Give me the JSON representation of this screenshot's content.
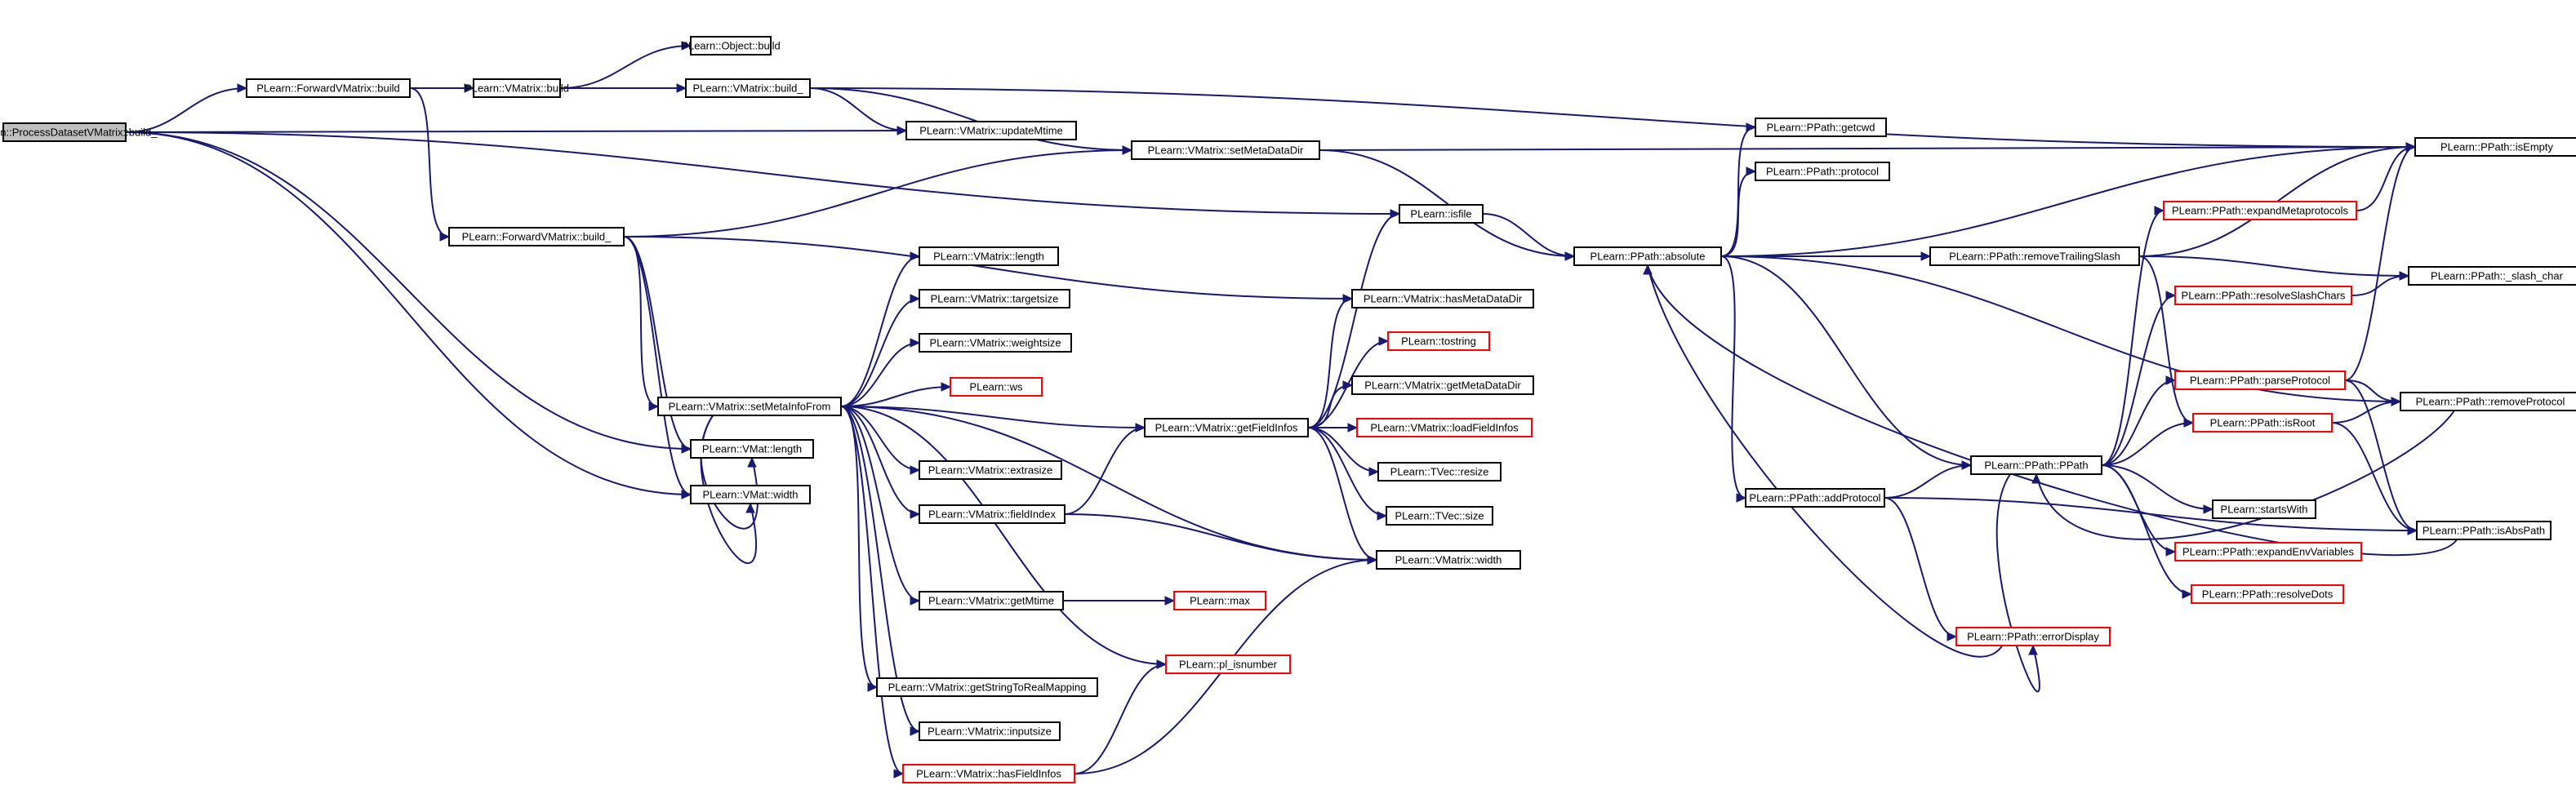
{
  "colors": {
    "edge": "#191970",
    "normal_border": "#000000",
    "red_border": "#ff0000",
    "root_fill": "#bfbfbf",
    "fill": "#ffffff"
  },
  "nodes": [
    {
      "id": "root",
      "label": "PLearn::ProcessDatasetVMatrix::build_",
      "style": "root"
    },
    {
      "id": "fwd_build",
      "label": "PLearn::ForwardVMatrix::build",
      "style": "normal"
    },
    {
      "id": "vm_build",
      "label": "PLearn::VMatrix::build",
      "style": "normal"
    },
    {
      "id": "obj_build",
      "label": "PLearn::Object::build",
      "style": "normal"
    },
    {
      "id": "vm_build_",
      "label": "PLearn::VMatrix::build_",
      "style": "normal"
    },
    {
      "id": "updateMtime",
      "label": "PLearn::VMatrix::updateMtime",
      "style": "normal"
    },
    {
      "id": "setMetaDataDir",
      "label": "PLearn::VMatrix::setMetaDataDir",
      "style": "normal"
    },
    {
      "id": "fwd_build_",
      "label": "PLearn::ForwardVMatrix::build_",
      "style": "normal"
    },
    {
      "id": "isfile",
      "label": "PLearn::isfile",
      "style": "normal"
    },
    {
      "id": "absolute",
      "label": "PLearn::PPath::absolute",
      "style": "normal"
    },
    {
      "id": "getcwd",
      "label": "PLearn::PPath::getcwd",
      "style": "normal"
    },
    {
      "id": "protocol",
      "label": "PLearn::PPath::protocol",
      "style": "normal"
    },
    {
      "id": "isEmpty",
      "label": "PLearn::PPath::isEmpty",
      "style": "normal"
    },
    {
      "id": "expandMetaprotocols",
      "label": "PLearn::PPath::expandMetaprotocols",
      "style": "red"
    },
    {
      "id": "removeTrailingSlash",
      "label": "PLearn::PPath::removeTrailingSlash",
      "style": "normal"
    },
    {
      "id": "slash_char",
      "label": "PLearn::PPath::_slash_char",
      "style": "normal"
    },
    {
      "id": "resolveSlashChars",
      "label": "PLearn::PPath::resolveSlashChars",
      "style": "red"
    },
    {
      "id": "vm_length",
      "label": "PLearn::VMatrix::length",
      "style": "normal"
    },
    {
      "id": "targetsize",
      "label": "PLearn::VMatrix::targetsize",
      "style": "normal"
    },
    {
      "id": "weightsize",
      "label": "PLearn::VMatrix::weightsize",
      "style": "normal"
    },
    {
      "id": "ws",
      "label": "PLearn::ws",
      "style": "red"
    },
    {
      "id": "setMetaInfoFrom",
      "label": "PLearn::VMatrix::setMetaInfoFrom",
      "style": "normal"
    },
    {
      "id": "vmat_length",
      "label": "PLearn::VMat::length",
      "style": "normal"
    },
    {
      "id": "vmat_width",
      "label": "PLearn::VMat::width",
      "style": "normal"
    },
    {
      "id": "extrasize",
      "label": "PLearn::VMatrix::extrasize",
      "style": "normal"
    },
    {
      "id": "fieldIndex",
      "label": "PLearn::VMatrix::fieldIndex",
      "style": "normal"
    },
    {
      "id": "getMtime",
      "label": "PLearn::VMatrix::getMtime",
      "style": "normal"
    },
    {
      "id": "getStringToRealMapping",
      "label": "PLearn::VMatrix::getStringToRealMapping",
      "style": "normal"
    },
    {
      "id": "inputsize",
      "label": "PLearn::VMatrix::inputsize",
      "style": "normal"
    },
    {
      "id": "hasFieldInfos",
      "label": "PLearn::VMatrix::hasFieldInfos",
      "style": "red"
    },
    {
      "id": "hasMetaDataDir",
      "label": "PLearn::VMatrix::hasMetaDataDir",
      "style": "normal"
    },
    {
      "id": "tostring",
      "label": "PLearn::tostring",
      "style": "red"
    },
    {
      "id": "getMetaDataDir",
      "label": "PLearn::VMatrix::getMetaDataDir",
      "style": "normal"
    },
    {
      "id": "getFieldInfos",
      "label": "PLearn::VMatrix::getFieldInfos",
      "style": "normal"
    },
    {
      "id": "loadFieldInfos",
      "label": "PLearn::VMatrix::loadFieldInfos",
      "style": "red"
    },
    {
      "id": "tvec_resize",
      "label": "PLearn::TVec::resize",
      "style": "normal"
    },
    {
      "id": "tvec_size",
      "label": "PLearn::TVec::size",
      "style": "normal"
    },
    {
      "id": "vm_width",
      "label": "PLearn::VMatrix::width",
      "style": "normal"
    },
    {
      "id": "max",
      "label": "PLearn::max",
      "style": "red"
    },
    {
      "id": "pl_isnumber",
      "label": "PLearn::pl_isnumber",
      "style": "red"
    },
    {
      "id": "parseProtocol",
      "label": "PLearn::PPath::parseProtocol",
      "style": "red"
    },
    {
      "id": "removeProtocol",
      "label": "PLearn::PPath::removeProtocol",
      "style": "normal"
    },
    {
      "id": "isRoot",
      "label": "PLearn::PPath::isRoot",
      "style": "red"
    },
    {
      "id": "ppath",
      "label": "PLearn::PPath::PPath",
      "style": "normal"
    },
    {
      "id": "addProtocol",
      "label": "PLearn::PPath::addProtocol",
      "style": "normal"
    },
    {
      "id": "startsWith",
      "label": "PLearn::startsWith",
      "style": "normal"
    },
    {
      "id": "expandEnvVariables",
      "label": "PLearn::PPath::expandEnvVariables",
      "style": "red"
    },
    {
      "id": "resolveDots",
      "label": "PLearn::PPath::resolveDots",
      "style": "red"
    },
    {
      "id": "isAbsPath",
      "label": "PLearn::PPath::isAbsPath",
      "style": "normal"
    },
    {
      "id": "errorDisplay",
      "label": "PLearn::PPath::errorDisplay",
      "style": "red"
    }
  ],
  "edges": [
    {
      "from": "root",
      "to": "fwd_build"
    },
    {
      "from": "root",
      "to": "updateMtime"
    },
    {
      "from": "root",
      "to": "isfile"
    },
    {
      "from": "root",
      "to": "vmat_length"
    },
    {
      "from": "root",
      "to": "vmat_width"
    },
    {
      "from": "fwd_build",
      "to": "vm_build"
    },
    {
      "from": "fwd_build",
      "to": "fwd_build_"
    },
    {
      "from": "vm_build",
      "to": "obj_build"
    },
    {
      "from": "vm_build",
      "to": "vm_build_"
    },
    {
      "from": "vm_build_",
      "to": "updateMtime"
    },
    {
      "from": "vm_build_",
      "to": "setMetaDataDir"
    },
    {
      "from": "vm_build_",
      "to": "isEmpty"
    },
    {
      "from": "setMetaDataDir",
      "to": "isEmpty"
    },
    {
      "from": "setMetaDataDir",
      "to": "absolute"
    },
    {
      "from": "fwd_build_",
      "to": "setMetaDataDir"
    },
    {
      "from": "fwd_build_",
      "to": "hasMetaDataDir"
    },
    {
      "from": "fwd_build_",
      "to": "setMetaInfoFrom"
    },
    {
      "from": "fwd_build_",
      "to": "vmat_length"
    },
    {
      "from": "fwd_build_",
      "to": "vmat_width"
    },
    {
      "from": "isfile",
      "to": "absolute"
    },
    {
      "from": "absolute",
      "to": "getcwd"
    },
    {
      "from": "absolute",
      "to": "protocol"
    },
    {
      "from": "absolute",
      "to": "isEmpty"
    },
    {
      "from": "absolute",
      "to": "removeTrailingSlash"
    },
    {
      "from": "absolute",
      "to": "removeProtocol"
    },
    {
      "from": "absolute",
      "to": "ppath"
    },
    {
      "from": "absolute",
      "to": "addProtocol"
    },
    {
      "from": "removeTrailingSlash",
      "to": "slash_char"
    },
    {
      "from": "removeTrailingSlash",
      "to": "isEmpty"
    },
    {
      "from": "removeTrailingSlash",
      "to": "isRoot"
    },
    {
      "from": "setMetaInfoFrom",
      "to": "vm_length"
    },
    {
      "from": "setMetaInfoFrom",
      "to": "targetsize"
    },
    {
      "from": "setMetaInfoFrom",
      "to": "weightsize"
    },
    {
      "from": "setMetaInfoFrom",
      "to": "ws"
    },
    {
      "from": "setMetaInfoFrom",
      "to": "getFieldInfos"
    },
    {
      "from": "setMetaInfoFrom",
      "to": "vmat_length"
    },
    {
      "from": "setMetaInfoFrom",
      "to": "vmat_width"
    },
    {
      "from": "setMetaInfoFrom",
      "to": "extrasize"
    },
    {
      "from": "setMetaInfoFrom",
      "to": "fieldIndex"
    },
    {
      "from": "setMetaInfoFrom",
      "to": "vm_width"
    },
    {
      "from": "setMetaInfoFrom",
      "to": "getMtime"
    },
    {
      "from": "setMetaInfoFrom",
      "to": "pl_isnumber"
    },
    {
      "from": "setMetaInfoFrom",
      "to": "getStringToRealMapping"
    },
    {
      "from": "setMetaInfoFrom",
      "to": "inputsize"
    },
    {
      "from": "setMetaInfoFrom",
      "to": "hasFieldInfos"
    },
    {
      "from": "fieldIndex",
      "to": "getFieldInfos"
    },
    {
      "from": "fieldIndex",
      "to": "vm_width"
    },
    {
      "from": "getMtime",
      "to": "max"
    },
    {
      "from": "hasFieldInfos",
      "to": "pl_isnumber"
    },
    {
      "from": "hasFieldInfos",
      "to": "vm_width"
    },
    {
      "from": "getFieldInfos",
      "to": "isfile"
    },
    {
      "from": "getFieldInfos",
      "to": "hasMetaDataDir"
    },
    {
      "from": "getFieldInfos",
      "to": "tostring"
    },
    {
      "from": "getFieldInfos",
      "to": "getMetaDataDir"
    },
    {
      "from": "getFieldInfos",
      "to": "loadFieldInfos"
    },
    {
      "from": "getFieldInfos",
      "to": "tvec_resize"
    },
    {
      "from": "getFieldInfos",
      "to": "tvec_size"
    },
    {
      "from": "getFieldInfos",
      "to": "vm_width"
    },
    {
      "from": "parseProtocol",
      "to": "isEmpty"
    },
    {
      "from": "parseProtocol",
      "to": "removeProtocol"
    },
    {
      "from": "parseProtocol",
      "to": "isAbsPath"
    },
    {
      "from": "isRoot",
      "to": "removeProtocol"
    },
    {
      "from": "isRoot",
      "to": "isAbsPath"
    },
    {
      "from": "removeProtocol",
      "to": "ppath"
    },
    {
      "from": "resolveSlashChars",
      "to": "slash_char"
    },
    {
      "from": "expandMetaprotocols",
      "to": "isEmpty"
    },
    {
      "from": "ppath",
      "to": "expandMetaprotocols"
    },
    {
      "from": "ppath",
      "to": "resolveSlashChars"
    },
    {
      "from": "ppath",
      "to": "parseProtocol"
    },
    {
      "from": "ppath",
      "to": "isRoot"
    },
    {
      "from": "ppath",
      "to": "startsWith"
    },
    {
      "from": "ppath",
      "to": "expandEnvVariables"
    },
    {
      "from": "ppath",
      "to": "resolveDots"
    },
    {
      "from": "ppath",
      "to": "errorDisplay"
    },
    {
      "from": "addProtocol",
      "to": "ppath"
    },
    {
      "from": "addProtocol",
      "to": "isAbsPath"
    },
    {
      "from": "addProtocol",
      "to": "errorDisplay"
    },
    {
      "from": "errorDisplay",
      "to": "absolute"
    },
    {
      "from": "isAbsPath",
      "to": "absolute"
    }
  ]
}
